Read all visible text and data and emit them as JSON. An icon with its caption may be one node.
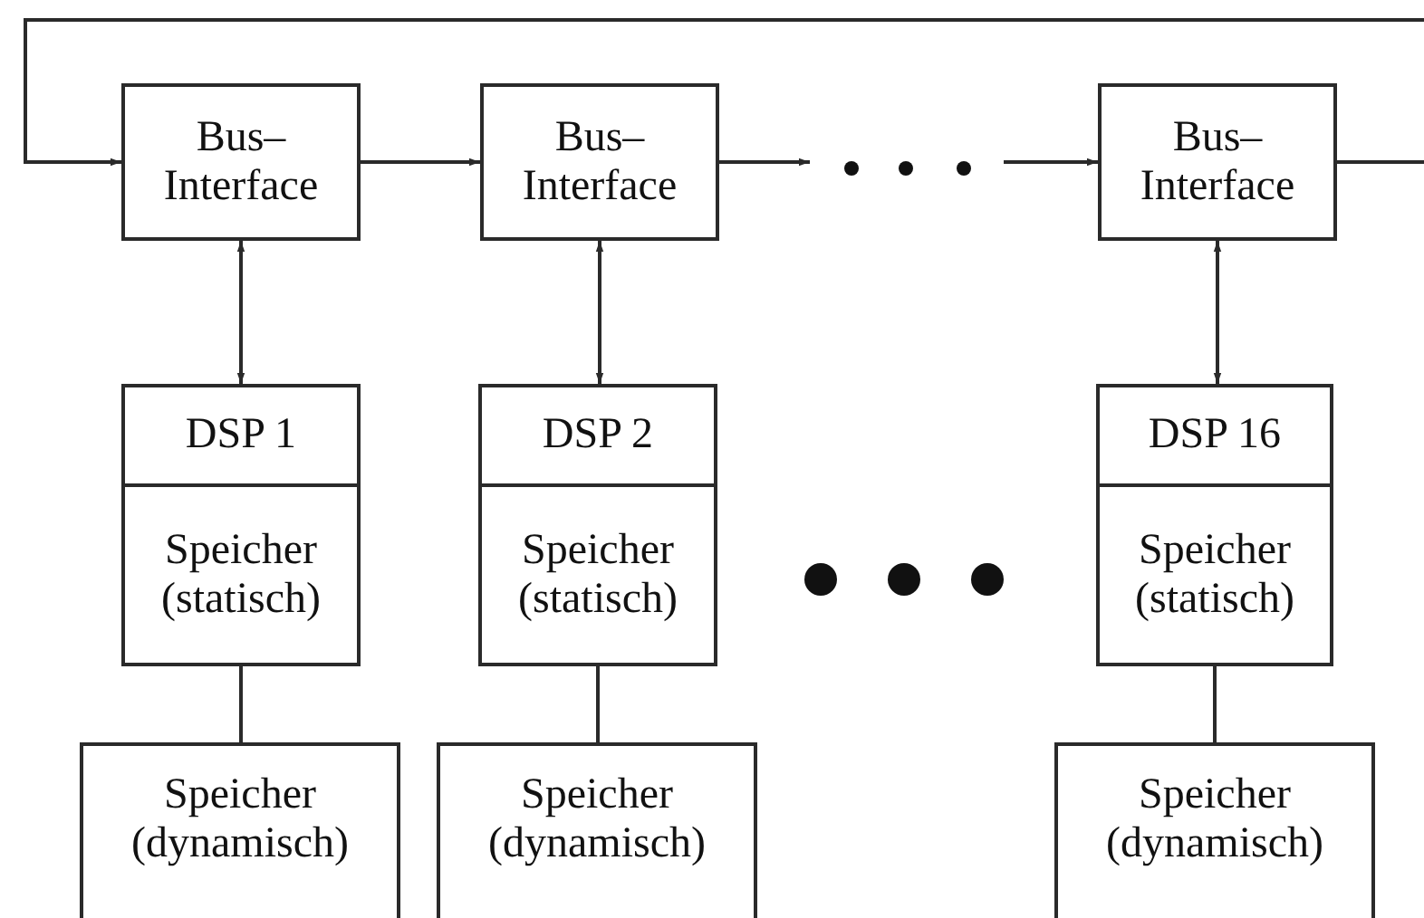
{
  "diagram": {
    "nodes": [
      {
        "text": [
          "Bus– Interface"
        ]
      },
      {
        "text": [
          "Bus– Interface"
        ]
      },
      {
        "text": [
          "Bus– Interface"
        ]
      },
      {
        "text": [
          "DSP 1"
        ]
      },
      {
        "text": [
          "DSP 2"
        ]
      },
      {
        "text": [
          "DSP 16"
        ]
      },
      {
        "text": [
          "Speicher (statisch)"
        ]
      },
      {
        "text": [
          "Speicher (statisch)"
        ]
      },
      {
        "text": [
          "Speicher (statisch)"
        ]
      },
      {
        "text": [
          "Speicher (dynamisch)"
        ]
      },
      {
        "text": [
          "Speicher (dynamisch)"
        ]
      },
      {
        "text": [
          "Speicher (dynamisch)"
        ]
      }
    ],
    "edges": [
      {
        "from": 2,
        "to": 0,
        "arrow": "to"
      },
      {
        "from": 0,
        "to": 1,
        "arrow": "to"
      },
      {
        "from": 1,
        "to": null,
        "arrow": "to"
      },
      {
        "from": null,
        "to": 2,
        "arrow": "to"
      },
      {
        "from": 0,
        "to": 3,
        "arrow": "both"
      },
      {
        "from": 1,
        "to": 4,
        "arrow": "both"
      },
      {
        "from": 2,
        "to": 5,
        "arrow": "both"
      },
      {
        "from": 6,
        "to": 9,
        "arrow": "none"
      },
      {
        "from": 7,
        "to": 10,
        "arrow": "none"
      },
      {
        "from": 8,
        "to": 11,
        "arrow": "none"
      }
    ]
  }
}
